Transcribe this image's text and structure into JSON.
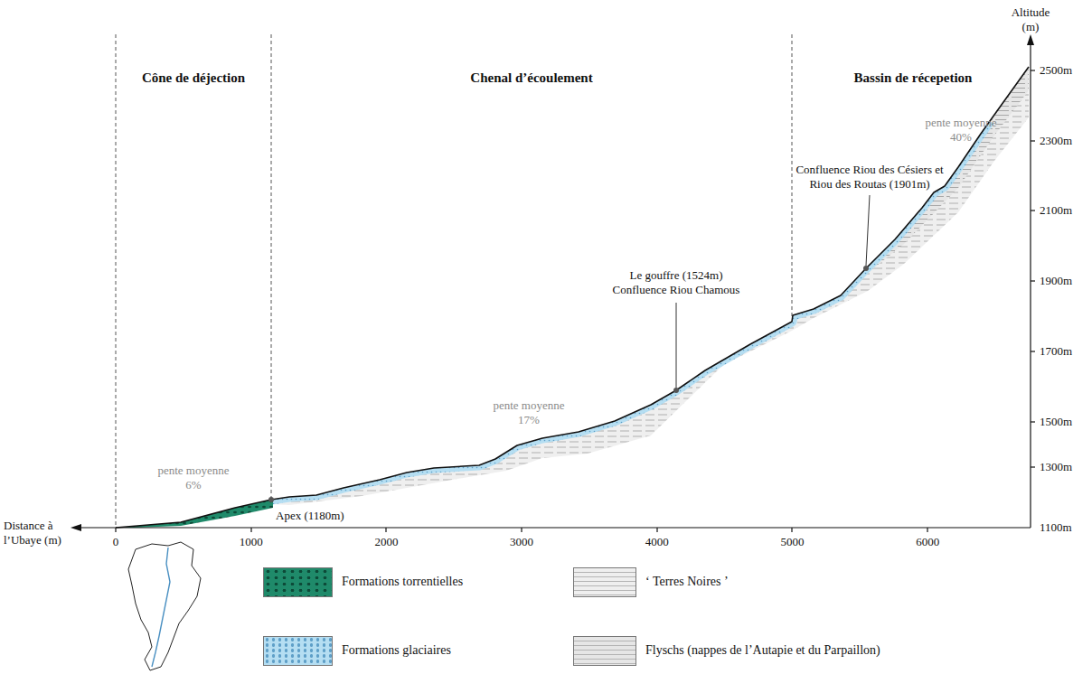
{
  "diagram": {
    "labels": [
      "Altitude (m)",
      "Distance à l’Ubaye (m)",
      "Cône de déjection",
      "Chenal d’écoulement",
      "Bassin de récepetion",
      "pente moyenne 6%",
      "pente moyenne 17%",
      "pente moyenne 40%",
      "Apex (1180m)",
      "Le gouffre (1524m) Confluence Riou Chamous",
      "Confluence Riou des Césiers et Riou des Routas (1901m)",
      "2500m",
      "2300m",
      "2100m",
      "1900m",
      "1700m",
      "1500m",
      "1300m",
      "1100m",
      "0",
      "1000",
      "2000",
      "3000",
      "4000",
      "5000",
      "6000"
    ],
    "legend": [
      {
        "text": "Formations torrentielles",
        "color": "#1f8a6a"
      },
      {
        "text": "Formations glaciaires",
        "color": "#b5def2"
      },
      {
        "text": "‘ Terres Noires ’",
        "color": "#efefef"
      },
      {
        "text": "Flyschs (nappes de l’Autapie et du Parpaillon)",
        "color": "#e6e6e6"
      }
    ]
  }
}
